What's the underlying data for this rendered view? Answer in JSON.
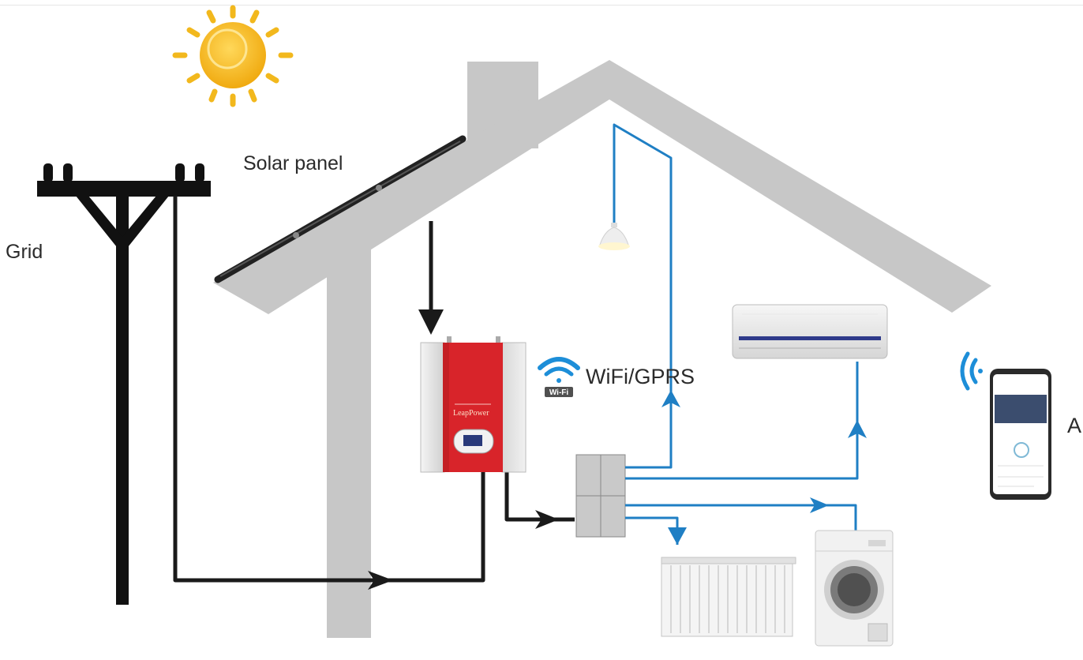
{
  "labels": {
    "grid": "Grid",
    "solar_panel": "Solar panel",
    "wifi_gprs": "WiFi/GPRS",
    "app_partial": "A",
    "wifi_badge": "Wi-Fi",
    "inverter_brand": "LeapPower"
  },
  "colors": {
    "house": "#c7c7c7",
    "grid_pole": "#111111",
    "power_line": "#1a1a1a",
    "data_line": "#1f7fc4",
    "sun": "#f2b81d",
    "inverter_red": "#d8242a",
    "inverter_silver": "#e3e3e3"
  },
  "icons": [
    "sun-icon",
    "wifi-icon",
    "wifi-signal-icon",
    "lamp-icon",
    "air-conditioner-icon",
    "washing-machine-icon",
    "radiator-icon",
    "smartphone-icon"
  ]
}
